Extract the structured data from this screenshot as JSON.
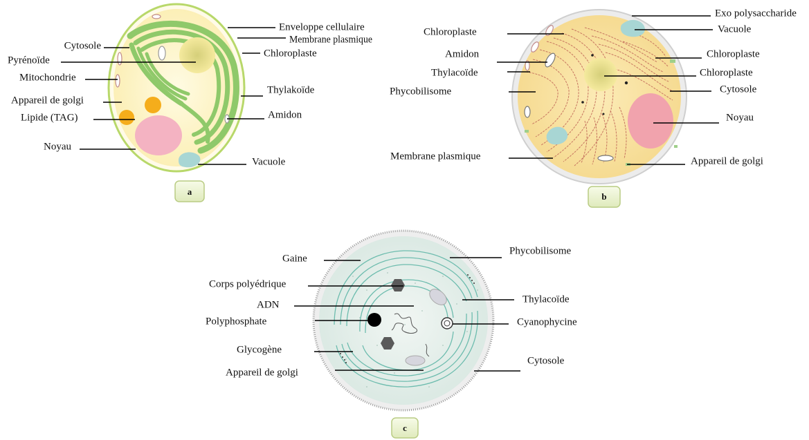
{
  "panels": {
    "a": {
      "tag": "a",
      "labels": {
        "enveloppe": "Enveloppe cellulaire",
        "membrane": "Membrane plasmique",
        "chloroplaste": "Chloroplaste",
        "cytosole": "Cytosole",
        "pyrenoide": "Pyrénoïde",
        "mitochondrie": "Mitochondrie",
        "golgi": "Appareil de golgi",
        "lipide": "Lipide (TAG)",
        "thylakoide": "Thylakoïde",
        "amidon": "Amidon",
        "noyau": "Noyau",
        "vacuole": "Vacuole"
      }
    },
    "b": {
      "tag": "b",
      "labels": {
        "exo": "Exo polysaccharide",
        "chloroplaste_left": "Chloroplaste",
        "vacuole": "Vacuole",
        "amidon": "Amidon",
        "chloroplaste_right1": "Chloroplaste",
        "thylacoide": "Thylacoïde",
        "chloroplaste_right2": "Chloroplaste",
        "phycobilisome": "Phycobilisome",
        "cytosole": "Cytosole",
        "noyau": "Noyau",
        "membrane": "Membrane plasmique",
        "golgi": "Appareil de golgi"
      }
    },
    "c": {
      "tag": "c",
      "labels": {
        "gaine": "Gaine",
        "phycobilisome": "Phycobilisome",
        "corps": "Corps polyédrique",
        "adn": "ADN",
        "thylacoide": "Thylacoïde",
        "polyphosphate": "Polyphosphate",
        "cyanophycine": "Cyanophycine",
        "glycogene": "Glycogène",
        "cytosole": "Cytosole",
        "golgi": "Appareil de golgi"
      }
    }
  },
  "colors": {
    "cell_a_fill": "#fdf3c2",
    "cell_a_border": "#b8d86a",
    "chloroplast_green": "#8fc96a",
    "nucleus_pink": "#f4b3c2",
    "lipid_orange": "#f5ad1b",
    "vacuole_teal": "#a8d6d4",
    "cell_b_fill": "#f9e3a6",
    "cell_b_border": "#d9d9d9",
    "thylakoid_red": "#c77560",
    "cell_c_fill": "#e4efea",
    "cell_c_lines": "#6dbcae",
    "plate_fill": "#eef4d8",
    "plate_border": "#b9cc83"
  }
}
